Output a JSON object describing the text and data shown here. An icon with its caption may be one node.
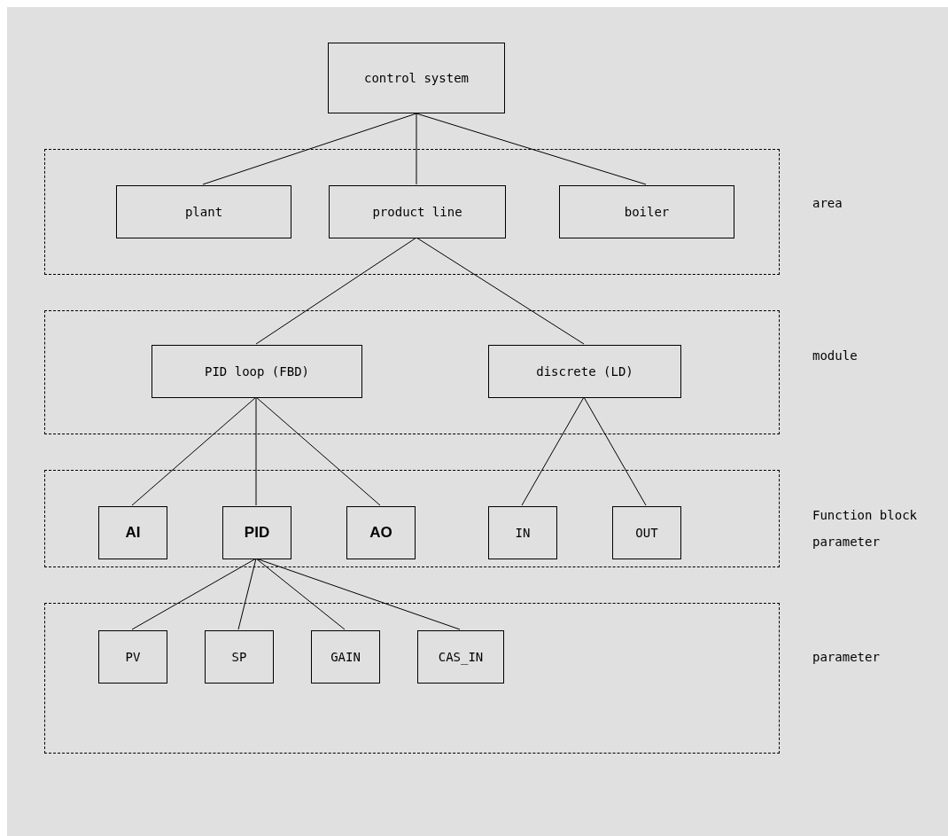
{
  "diagram": {
    "nodes": [
      {
        "text": [
          "control system"
        ]
      },
      {
        "text": [
          "area"
        ]
      },
      {
        "text": [
          "plant"
        ],
        "in": 1
      },
      {
        "text": [
          "product line"
        ],
        "in": 1
      },
      {
        "text": [
          "boiler"
        ],
        "in": 1
      },
      {
        "text": [
          "module"
        ]
      },
      {
        "text": [
          "PID loop (FBD)"
        ],
        "in": 5
      },
      {
        "text": [
          "discrete (LD)"
        ],
        "in": 5
      },
      {
        "text": [
          "Function block parameter"
        ]
      },
      {
        "text": [
          "AI"
        ],
        "in": 8
      },
      {
        "text": [
          "PID"
        ],
        "in": 8
      },
      {
        "text": [
          "AO"
        ],
        "in": 8
      },
      {
        "text": [
          "IN"
        ],
        "in": 8
      },
      {
        "text": [
          "OUT"
        ],
        "in": 8
      },
      {
        "text": [
          "parameter"
        ]
      },
      {
        "text": [
          "PV"
        ],
        "in": 14
      },
      {
        "text": [
          "SP"
        ],
        "in": 14
      },
      {
        "text": [
          "GAIN"
        ],
        "in": 14
      },
      {
        "text": [
          "CAS_IN"
        ],
        "in": 14
      }
    ],
    "edges": [
      {
        "from": 0,
        "to": 2,
        "arrow": "none"
      },
      {
        "from": 0,
        "to": 3,
        "arrow": "none"
      },
      {
        "from": 0,
        "to": 4,
        "arrow": "none"
      },
      {
        "from": 3,
        "to": 6,
        "arrow": "none"
      },
      {
        "from": 3,
        "to": 7,
        "arrow": "none"
      },
      {
        "from": 6,
        "to": 9,
        "arrow": "none"
      },
      {
        "from": 6,
        "to": 10,
        "arrow": "none"
      },
      {
        "from": 6,
        "to": 11,
        "arrow": "none"
      },
      {
        "from": 7,
        "to": 12,
        "arrow": "none"
      },
      {
        "from": 7,
        "to": 13,
        "arrow": "none"
      },
      {
        "from": 10,
        "to": 15,
        "arrow": "none"
      },
      {
        "from": 10,
        "to": 16,
        "arrow": "none"
      },
      {
        "from": 10,
        "to": 17,
        "arrow": "none"
      },
      {
        "from": 10,
        "to": 18,
        "arrow": "none"
      }
    ]
  }
}
